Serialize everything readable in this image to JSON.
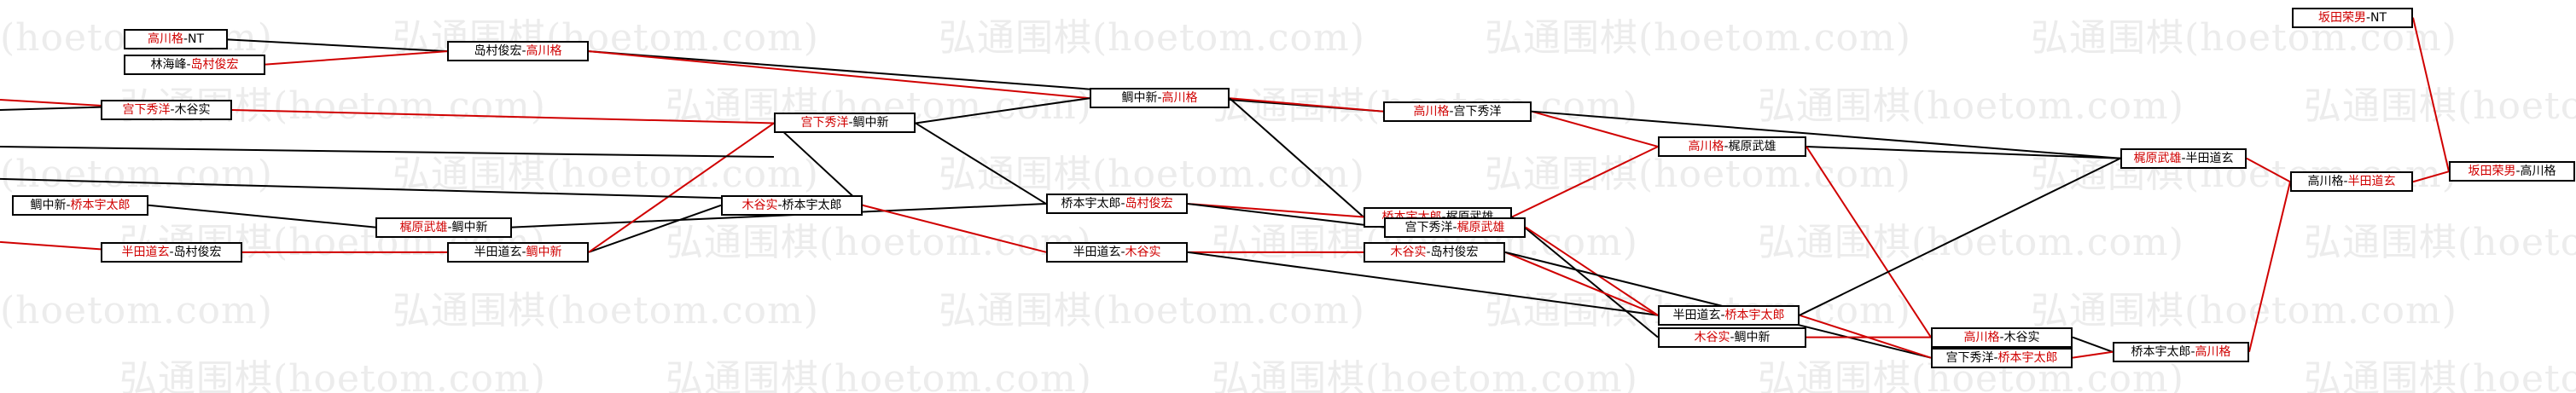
{
  "colors": {
    "win": "#d00000",
    "loss": "#000000",
    "watermark": "#ececec"
  },
  "watermark": "弘通围棋(hoetom.com)",
  "nodes": [
    {
      "id": "n1",
      "p1": "高川格",
      "p1w": true,
      "sep": "-",
      "p2": "NT",
      "p2w": false
    },
    {
      "id": "n2",
      "p1": "林海峰",
      "p1w": false,
      "sep": "-",
      "p2": "岛村俊宏",
      "p2w": true
    },
    {
      "id": "n3",
      "p1": "宫下秀洋",
      "p1w": true,
      "sep": "-",
      "p2": "木谷实",
      "p2w": false
    },
    {
      "id": "n4",
      "p1": "鲷中新",
      "p1w": false,
      "sep": "-",
      "p2": "桥本宇太郎",
      "p2w": true
    },
    {
      "id": "n5",
      "p1": "半田道玄",
      "p1w": true,
      "sep": "-",
      "p2": "岛村俊宏",
      "p2w": false
    },
    {
      "id": "n6",
      "p1": "梶原武雄",
      "p1w": true,
      "sep": "-",
      "p2": "鲷中新",
      "p2w": false
    },
    {
      "id": "n7",
      "p1": "岛村俊宏",
      "p1w": false,
      "sep": "-",
      "p2": "高川格",
      "p2w": true
    },
    {
      "id": "n8",
      "p1": "半田道玄",
      "p1w": false,
      "sep": "-",
      "p2": "鲷中新",
      "p2w": true
    },
    {
      "id": "n9",
      "p1": "宫下秀洋",
      "p1w": true,
      "sep": "-",
      "p2": "鲷中新",
      "p2w": false
    },
    {
      "id": "n10",
      "p1": "木谷实",
      "p1w": true,
      "sep": "-",
      "p2": "桥本宇太郎",
      "p2w": false
    },
    {
      "id": "n11",
      "p1": "鲷中新",
      "p1w": false,
      "sep": "-",
      "p2": "高川格",
      "p2w": true
    },
    {
      "id": "n12",
      "p1": "桥本宇太郎",
      "p1w": false,
      "sep": "-",
      "p2": "岛村俊宏",
      "p2w": true
    },
    {
      "id": "n13",
      "p1": "半田道玄",
      "p1w": false,
      "sep": "-",
      "p2": "木谷实",
      "p2w": true
    },
    {
      "id": "n14",
      "p1": "高川格",
      "p1w": true,
      "sep": "-",
      "p2": "宫下秀洋",
      "p2w": false
    },
    {
      "id": "n15",
      "p1": "桥本宇太郎",
      "p1w": true,
      "sep": "-",
      "p2": "梶原武雄",
      "p2w": false
    },
    {
      "id": "n16",
      "p1": "宫下秀洋",
      "p1w": false,
      "sep": "-",
      "p2": "梶原武雄",
      "p2w": true
    },
    {
      "id": "n17",
      "p1": "木谷实",
      "p1w": true,
      "sep": "-",
      "p2": "岛村俊宏",
      "p2w": false
    },
    {
      "id": "n18",
      "p1": "高川格",
      "p1w": true,
      "sep": "-",
      "p2": "梶原武雄",
      "p2w": false
    },
    {
      "id": "n19",
      "p1": "半田道玄",
      "p1w": false,
      "sep": "-",
      "p2": "桥本宇太郎",
      "p2w": true
    },
    {
      "id": "n20",
      "p1": "木谷实",
      "p1w": true,
      "sep": "-",
      "p2": "鲷中新",
      "p2w": false
    },
    {
      "id": "n21",
      "p1": "梶原武雄",
      "p1w": true,
      "sep": "-",
      "p2": "半田道玄",
      "p2w": false
    },
    {
      "id": "n22",
      "p1": "高川格",
      "p1w": true,
      "sep": "-",
      "p2": "木谷实",
      "p2w": false
    },
    {
      "id": "n23",
      "p1": "宫下秀洋",
      "p1w": false,
      "sep": "-",
      "p2": "桥本宇太郎",
      "p2w": true
    },
    {
      "id": "n24",
      "p1": "桥本宇太郎",
      "p1w": false,
      "sep": "-",
      "p2": "高川格",
      "p2w": true
    },
    {
      "id": "n25",
      "p1": "高川格",
      "p1w": false,
      "sep": "-",
      "p2": "半田道玄",
      "p2w": true
    },
    {
      "id": "n26",
      "p1": "坂田荣男",
      "p1w": true,
      "sep": "-",
      "p2": "NT",
      "p2w": false
    },
    {
      "id": "n27",
      "p1": "坂田荣男",
      "p1w": true,
      "sep": "-",
      "p2": "高川格",
      "p2w": false
    }
  ]
}
